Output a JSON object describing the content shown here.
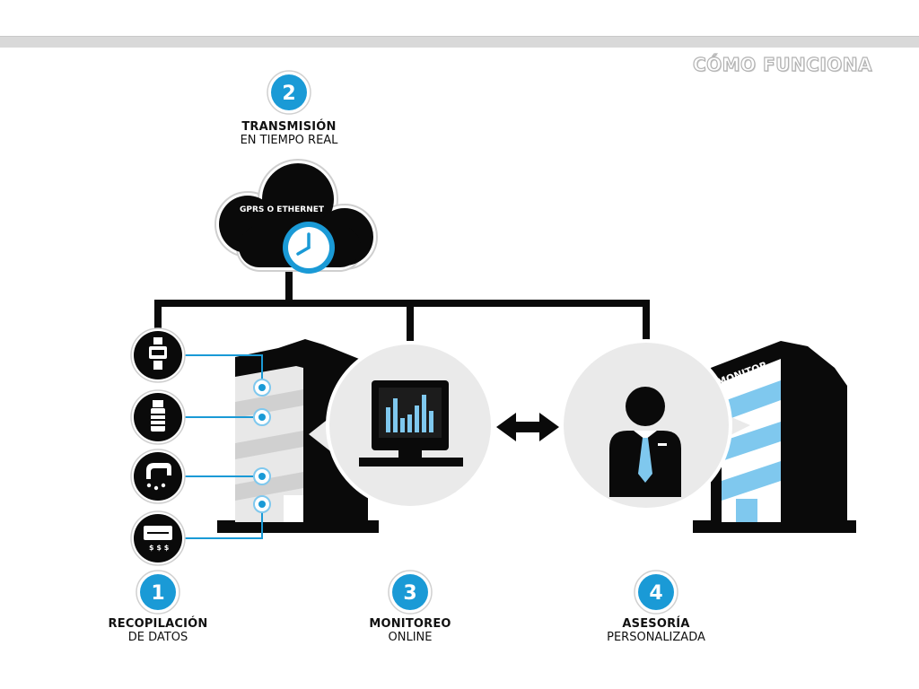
{
  "header": {
    "section_title": "CÓMO FUNCIONA"
  },
  "steps": [
    {
      "number": "1",
      "title": "RECOPILACIÓN",
      "subtitle": "DE DATOS"
    },
    {
      "number": "2",
      "title": "TRANSMISIÓN",
      "subtitle": "EN TIEMPO REAL"
    },
    {
      "number": "3",
      "title": "MONITOREO",
      "subtitle": "ONLINE"
    },
    {
      "number": "4",
      "title": "ASESORÍA",
      "subtitle": "PERSONALIZADA"
    }
  ],
  "cloud": {
    "label": "GPRS O ETHERNET"
  },
  "building_right": {
    "logo_text": "MONITOR"
  },
  "colors": {
    "accent": "#1a9ad6",
    "light_blue": "#7fc8ee",
    "dark": "#0a0a0a",
    "grey_bubble": "#eaeaea",
    "top_bar": "#d9d9d9"
  },
  "icons": {
    "sensors": [
      "water-meter-icon",
      "gas-meter-icon",
      "faucet-icon",
      "electric-meter-icon"
    ],
    "bubble_monitor": "dashboard-monitor-icon",
    "bubble_advisor": "advisor-person-icon",
    "connector": "double-arrow-icon",
    "cloud_clock": "clock-icon"
  }
}
